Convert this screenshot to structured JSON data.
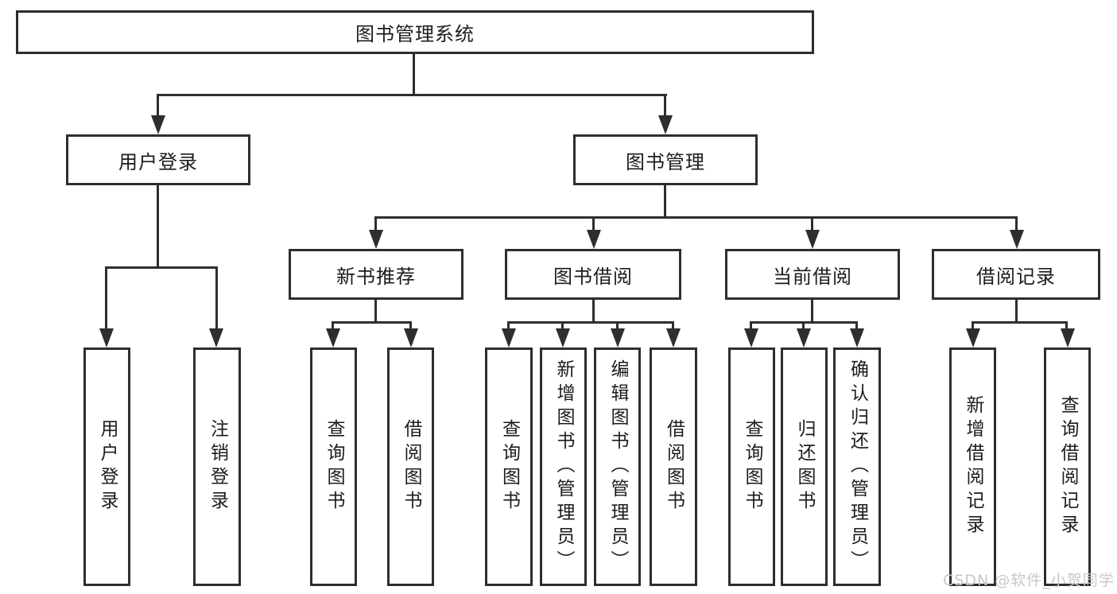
{
  "l1": {
    "label": "图书管理系统"
  },
  "l2": [
    {
      "label": "用户登录"
    },
    {
      "label": "图书管理"
    }
  ],
  "l3": [
    {
      "label": "新书推荐"
    },
    {
      "label": "图书借阅"
    },
    {
      "label": "当前借阅"
    },
    {
      "label": "借阅记录"
    }
  ],
  "l4": {
    "g1": [
      "用户登录",
      "注销登录"
    ],
    "g2": [
      "查询图书",
      "借阅图书"
    ],
    "g3": [
      "查询图书",
      "新增图书（管理员）",
      "编辑图书（管理员）",
      "借阅图书"
    ],
    "g4": [
      "查询图书",
      "归还图书",
      "确认归还（管理员）"
    ],
    "g5": [
      "新增借阅记录",
      "查询借阅记录"
    ]
  },
  "watermark": "CSDN @软件_小贺同学",
  "colors": {
    "line": "#2e2e2e",
    "text": "#1c1c1c",
    "background": "#ffffff",
    "watermark": "#c8c8c8"
  }
}
